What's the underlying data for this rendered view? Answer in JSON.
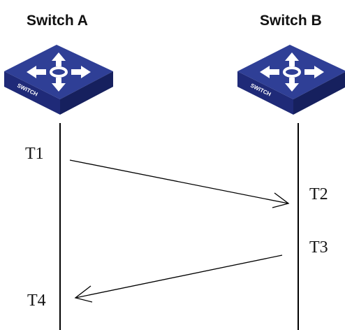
{
  "switch_a": {
    "title": "Switch A",
    "device_label": "SWITCH",
    "icon": "network-switch-icon"
  },
  "switch_b": {
    "title": "Switch B",
    "device_label": "SWITCH",
    "icon": "network-switch-icon"
  },
  "timestamps": {
    "t1": "T1",
    "t2": "T2",
    "t3": "T3",
    "t4": "T4"
  },
  "messages": [
    {
      "from": "Switch A",
      "to": "Switch B",
      "sent": "T1",
      "received": "T2"
    },
    {
      "from": "Switch B",
      "to": "Switch A",
      "sent": "T3",
      "received": "T4"
    }
  ],
  "colors": {
    "switch_top": "#2f3f96",
    "switch_front": "#1f2a78",
    "switch_side": "#16205e",
    "switch_arrows": "#ffffff",
    "line": "#000000"
  }
}
